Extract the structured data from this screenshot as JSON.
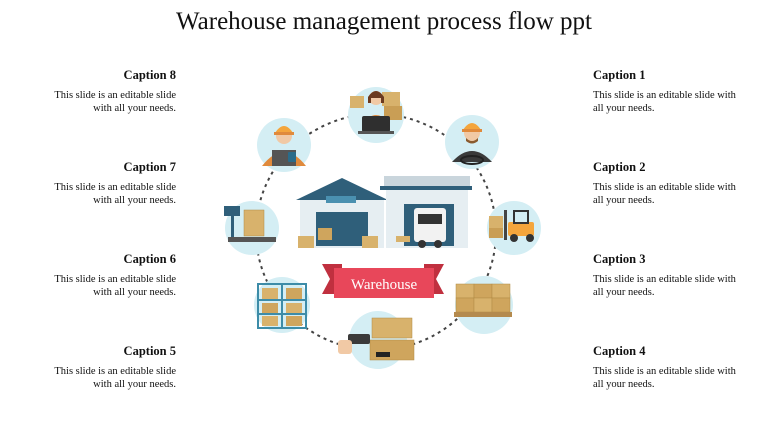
{
  "title": "Warehouse management process flow ppt",
  "center_label": "Warehouse",
  "captions_left": [
    {
      "heading": "Caption 8",
      "body": "This slide is an editable slide with all your needs."
    },
    {
      "heading": "Caption 7",
      "body": "This slide is an editable slide with all your needs."
    },
    {
      "heading": "Caption 6",
      "body": "This slide is an editable slide with all your needs."
    },
    {
      "heading": "Caption 5",
      "body": "This slide is an editable slide with all your needs."
    }
  ],
  "captions_right": [
    {
      "heading": "Caption 1",
      "body": "This slide is an editable slide with all your needs."
    },
    {
      "heading": "Caption 2",
      "body": "This slide is an editable slide with all your needs."
    },
    {
      "heading": "Caption 3",
      "body": "This slide is an editable slide with all your needs."
    },
    {
      "heading": "Caption 4",
      "body": "This slide is an editable slide with all your needs."
    }
  ],
  "icons": [
    "office-worker-laptop-icon",
    "worker-driving-icon",
    "forklift-icon",
    "pallet-boxes-icon",
    "barcode-scanner-icon",
    "warehouse-shelves-icon",
    "weighing-scale-icon",
    "worker-scanner-icon"
  ],
  "colors": {
    "ring": "#444444",
    "circle_bg": "#d4eef4",
    "ribbon": "#e8475a",
    "ribbon_dark": "#c0303f",
    "box": "#d8b26c",
    "building": "#2f5f7a"
  }
}
